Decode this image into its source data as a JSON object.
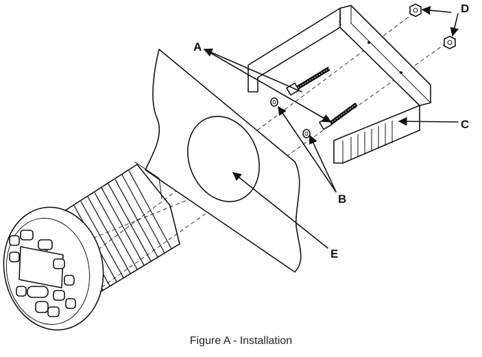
{
  "figure": {
    "caption": "Figure A - Installation",
    "callouts": {
      "a": "A",
      "b": "B",
      "c": "C",
      "d": "D",
      "e": "E"
    }
  },
  "colors": {
    "line": "#111111",
    "background": "#ffffff",
    "shade": "#2a2a2a"
  }
}
